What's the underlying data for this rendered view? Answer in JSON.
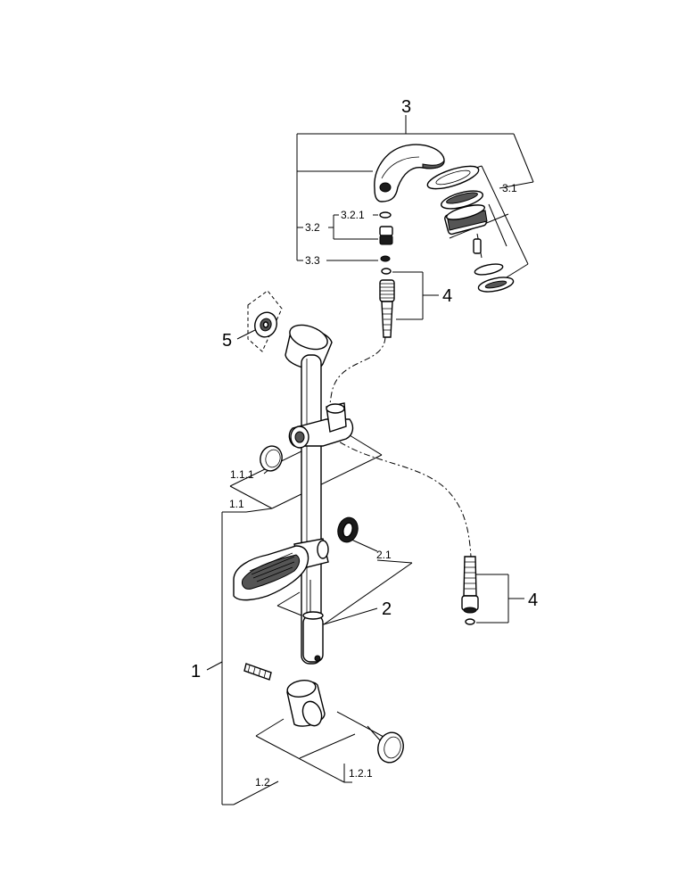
{
  "labels": {
    "l1": "1",
    "l1_1": "1.1",
    "l1_1_1": "1.1.1",
    "l1_2": "1.2",
    "l1_2_1": "1.2.1",
    "l2": "2",
    "l2_1": "2.1",
    "l3": "3",
    "l3_1": "3.1",
    "l3_2": "3.2",
    "l3_2_1": "3.2.1",
    "l3_3": "3.3",
    "l4_top": "4",
    "l4_bottom": "4",
    "l5": "5"
  }
}
